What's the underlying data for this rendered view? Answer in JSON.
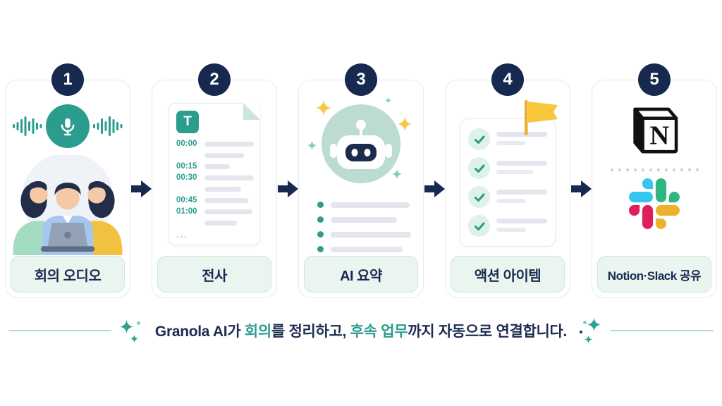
{
  "steps": [
    {
      "number": "1",
      "label": "회의 오디오"
    },
    {
      "number": "2",
      "label": "전사",
      "document": {
        "badge": "T",
        "timestamps": [
          "00:00",
          "00:15",
          "00:30",
          "00:45",
          "01:00"
        ],
        "more": "..."
      }
    },
    {
      "number": "3",
      "label": "AI 요약"
    },
    {
      "number": "4",
      "label": "액션 아이템"
    },
    {
      "number": "5",
      "label": "Notion·Slack 공유",
      "notion_letter": "N"
    }
  ],
  "caption": {
    "part1": "Granola AI가 ",
    "highlight1": "회의",
    "part2": "를 정리하고, ",
    "highlight2": "후속 업무",
    "part3": "까지 자동으로 연결합니다."
  },
  "colors": {
    "navy": "#17294E",
    "teal": "#2A9D8F",
    "mint": "#BCDCD1",
    "mint_light": "#EAF5F0",
    "yellow": "#F7C83C",
    "card_border": "#E4EAF1",
    "line_gray": "#E4E5ED",
    "caption_line": "#A9D9CE",
    "slack": [
      "#36C5F0",
      "#2EB67D",
      "#ECB22E",
      "#E01E5A"
    ],
    "notion": "#111111"
  },
  "icons": {
    "step1_art": "microphone-soundwaves-people",
    "step2_art": "transcript-document",
    "step3_art": "robot-with-sparkles",
    "step4_art": "checklist-with-flag",
    "step5_art": "notion-slack-logos",
    "connector": "arrow-right",
    "caption_decor": "sparkles"
  }
}
